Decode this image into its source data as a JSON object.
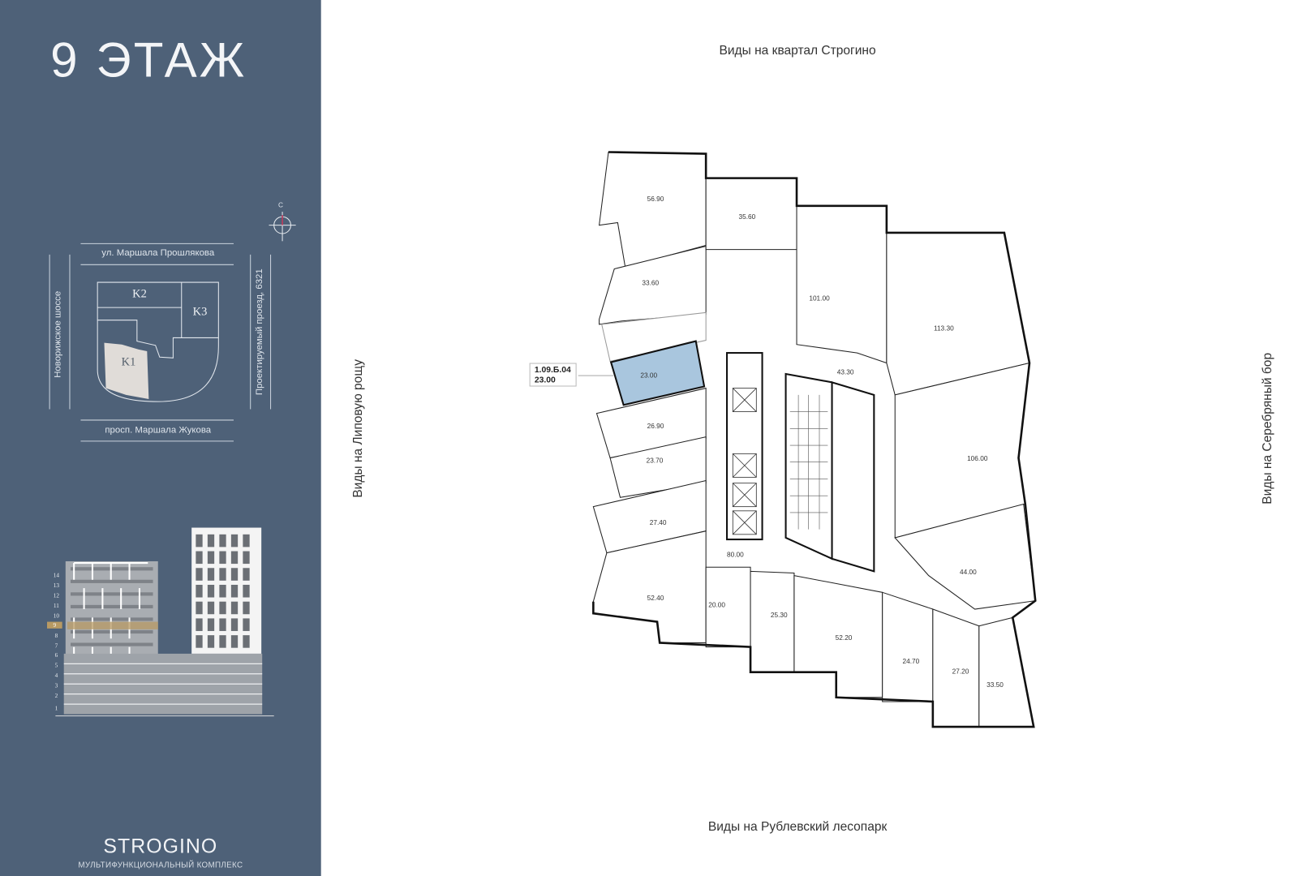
{
  "floor_title": "9 ЭТАЖ",
  "compass": {
    "north_label": "С"
  },
  "site_plan": {
    "street_top": "ул. Маршала Прошлякова",
    "street_bottom": "просп. Маршала Жукова",
    "street_left": "Новорижское шоссе",
    "street_right": "Проектируемый проезд, 6321",
    "blocks": [
      "K1",
      "K2",
      "K3"
    ],
    "selected_block": "K1"
  },
  "elevation": {
    "floors": [
      "1",
      "2",
      "3",
      "4",
      "5",
      "6",
      "7",
      "8",
      "9",
      "10",
      "11",
      "12",
      "13",
      "14"
    ],
    "selected_floor": "9",
    "highlight_color": "#b89a63"
  },
  "brand": {
    "name": "STROGINO",
    "subtitle": "МУЛЬТИФУНКЦИОНАЛЬНЫЙ КОМПЛЕКС"
  },
  "views": {
    "top": "Виды на квартал Строгино",
    "bottom": "Виды на Рублевский лесопарк",
    "left": "Виды на Липовую рощу",
    "right": "Виды на Серебряный бор"
  },
  "selected_unit": {
    "id": "1.09.Б.04",
    "area": "23.00",
    "color": "#a9c6de"
  },
  "rooms": [
    {
      "area": "56.90"
    },
    {
      "area": "35.60"
    },
    {
      "area": "33.60"
    },
    {
      "area": "101.00"
    },
    {
      "area": "113.30"
    },
    {
      "area": "23.00"
    },
    {
      "area": "43.30"
    },
    {
      "area": "26.90"
    },
    {
      "area": "23.70"
    },
    {
      "area": "106.00"
    },
    {
      "area": "27.40"
    },
    {
      "area": "80.00"
    },
    {
      "area": "52.40"
    },
    {
      "area": "20.00"
    },
    {
      "area": "25.30"
    },
    {
      "area": "52.20"
    },
    {
      "area": "44.00"
    },
    {
      "area": "24.70"
    },
    {
      "area": "27.20"
    },
    {
      "area": "33.50"
    }
  ]
}
